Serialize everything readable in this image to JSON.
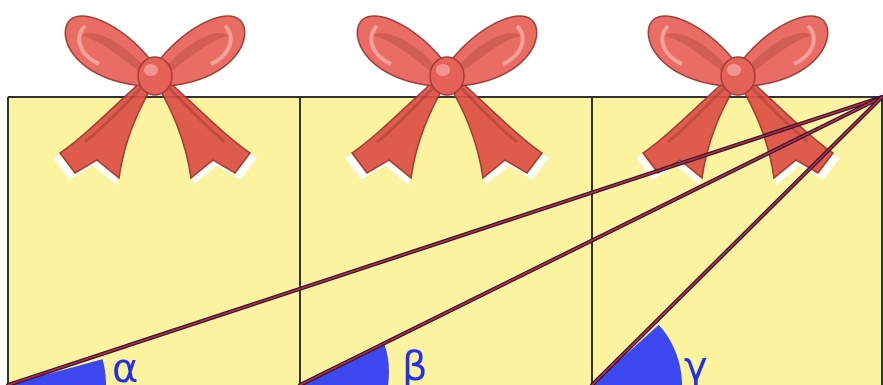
{
  "colors": {
    "box_fill": "#fbf3a0",
    "box_border": "#333333",
    "ribbon": "#e2594f",
    "ribbon_dark": "#b53a32",
    "ribbon_light": "#f7a39a",
    "bow_halo": "#ffffff",
    "line": "#9a0d1c",
    "angle_fill": "#3d47f0",
    "label": "#2430e8"
  },
  "figure": {
    "boxes": 3,
    "angle_labels": [
      "α",
      "β",
      "γ"
    ]
  }
}
